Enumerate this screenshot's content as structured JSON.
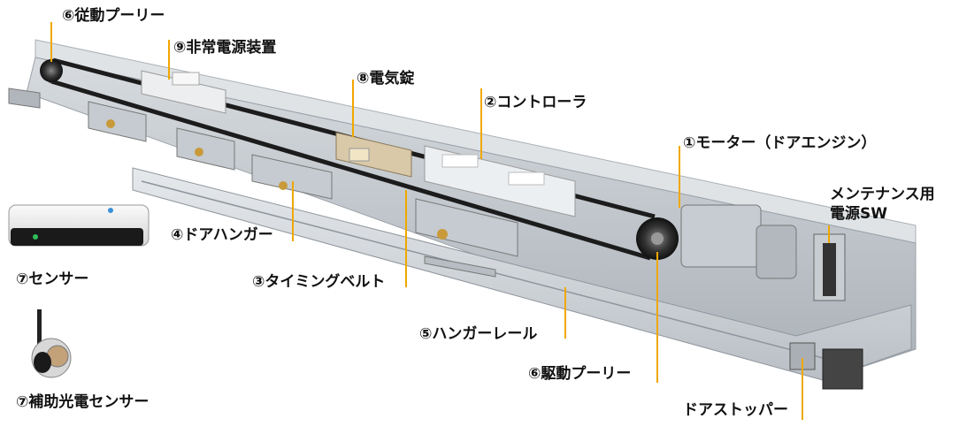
{
  "labels": {
    "follower_pulley": "⑥従動プーリー",
    "emergency_power": "⑨非常電源装置",
    "electric_lock": "⑧電気錠",
    "controller": "②コントローラ",
    "motor": "①モーター（ドアエンジン）",
    "maintenance_sw_line1": "メンテナンス用",
    "maintenance_sw_line2": "電源SW",
    "door_hanger": "④ドアハンガー",
    "sensor": "⑦センサー",
    "timing_belt": "③タイミングベルト",
    "hanger_rail": "⑤ハンガーレール",
    "drive_pulley": "⑥駆動プーリー",
    "aux_photo_sensor": "⑦補助光電センサー",
    "door_stopper": "ドアストッパー"
  },
  "colors": {
    "leader": "#f0a800",
    "aluminum": "#c9ced3",
    "belt": "#1c1c1c"
  }
}
